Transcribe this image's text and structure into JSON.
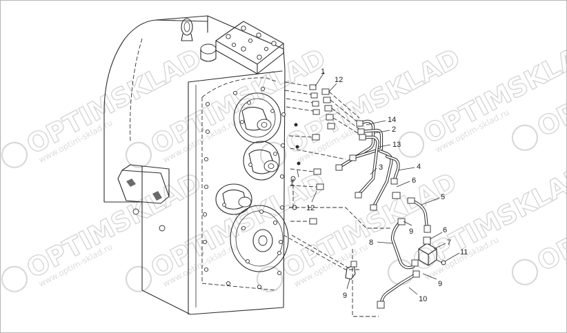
{
  "watermark": {
    "brand": "OPTIMSKLAD",
    "url": "www.optim-sklad.ru"
  },
  "callouts": {
    "c1a": "1",
    "c12a": "12",
    "c14": "14",
    "c2": "2",
    "c13": "13",
    "c3": "3",
    "c4": "4",
    "c6a": "6",
    "c5": "5",
    "c1b": "1",
    "c12b": "12",
    "c9a": "9",
    "c6b": "6",
    "c8": "8",
    "c7": "7",
    "c11": "11",
    "c9b": "9",
    "c10": "10",
    "c9c": "9"
  }
}
